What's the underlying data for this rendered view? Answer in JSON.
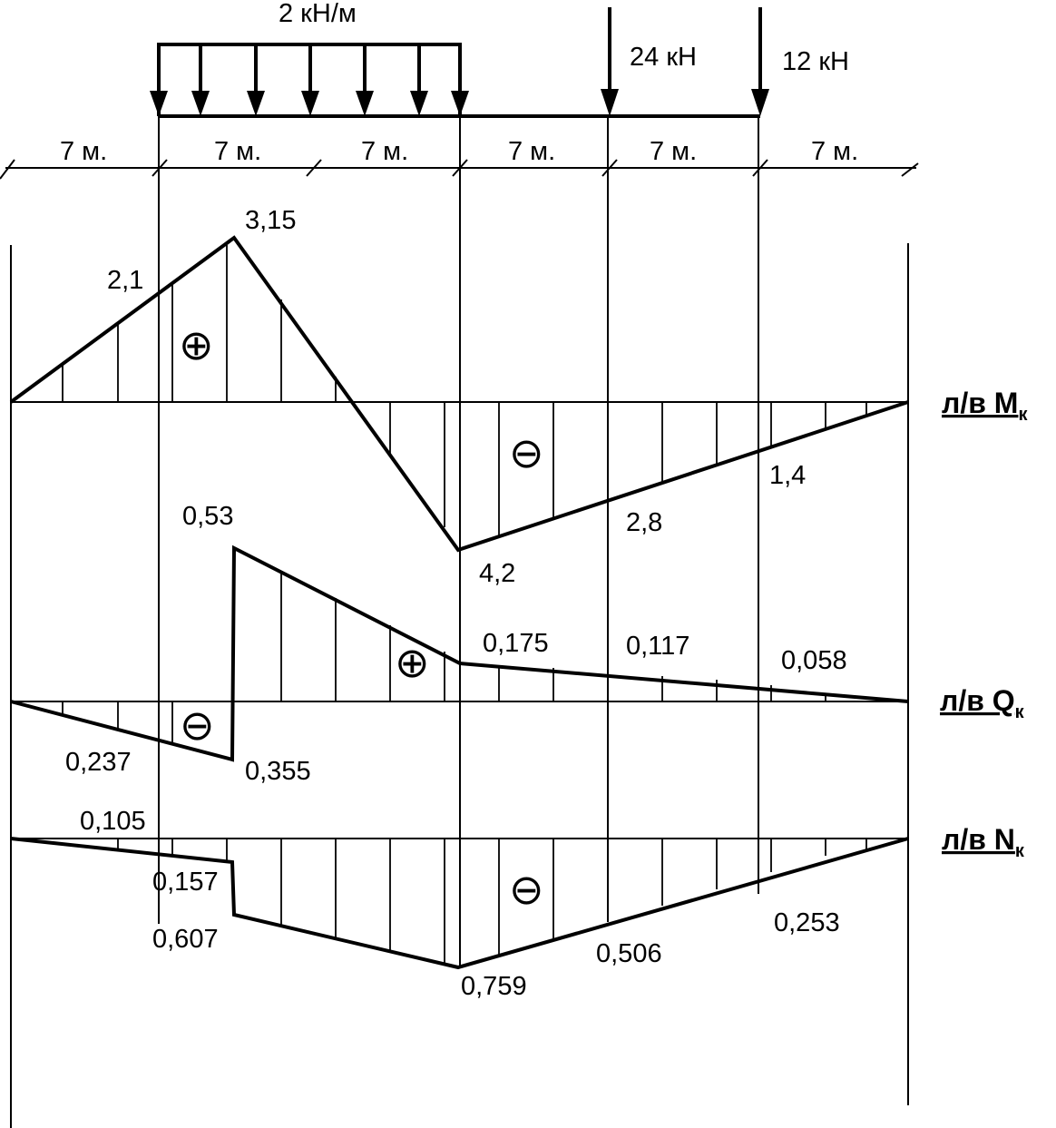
{
  "loads": {
    "distributed": "2 кН/м",
    "force1": "24 кН",
    "force2": "12 кН"
  },
  "spans": [
    "7 м.",
    "7 м.",
    "7 м.",
    "7 м.",
    "7 м.",
    "7 м."
  ],
  "diagrams": {
    "moment": {
      "label_main": "л/в М",
      "label_sub": "к",
      "values": {
        "a": "2,1",
        "b": "3,15",
        "c": "4,2",
        "d": "2,8",
        "e": "1,4"
      },
      "signs": {
        "positive": "⊕",
        "negative": "⊖"
      }
    },
    "shear": {
      "label_main": "л/в Q",
      "label_sub": "к",
      "values": {
        "a": "0,53",
        "b": "0,175",
        "c": "0,117",
        "d": "0,058",
        "e": "0,237",
        "f": "0,355"
      },
      "signs": {
        "positive": "⊕",
        "negative": "⊖"
      }
    },
    "normal": {
      "label_main": "л/в N",
      "label_sub": "к",
      "values": {
        "a": "0,105",
        "b": "0,157",
        "c": "0,607",
        "d": "0,759",
        "e": "0,506",
        "f": "0,253"
      },
      "signs": {
        "negative": "⊖"
      }
    }
  }
}
